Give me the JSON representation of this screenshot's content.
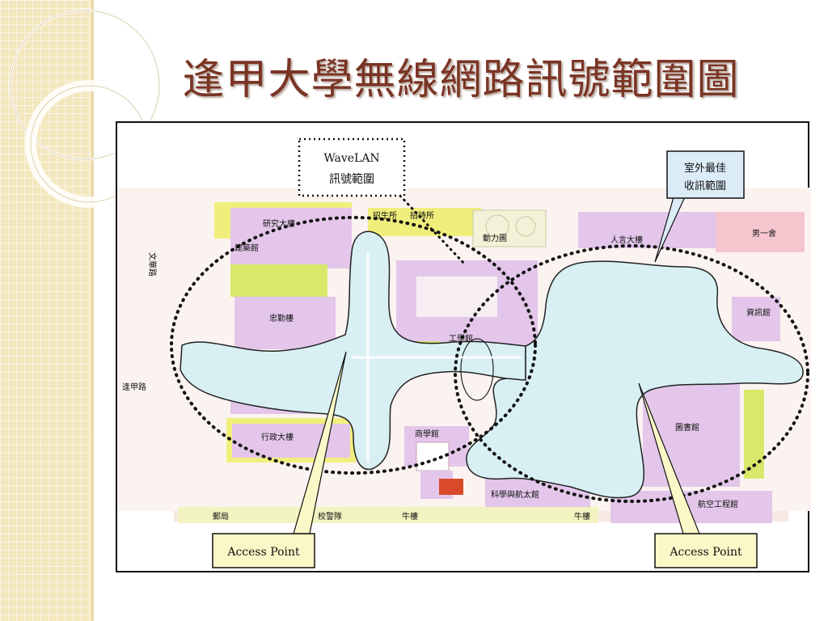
{
  "slide": {
    "title": "逢甲大學無線網路訊號範圍圖"
  },
  "callouts": {
    "wavelan_line1": "WaveLAN",
    "wavelan_line2": "訊號範圍",
    "outdoor_line1": "室外最佳",
    "outdoor_line2": "收訊範圍",
    "access_point_left": "Access Point",
    "access_point_right": "Access Point"
  },
  "map": {
    "buildings": {
      "lab": "研究大樓",
      "guest": "招待所",
      "admissions": "招生所",
      "garden": "動力圖",
      "humanities": "人言大樓",
      "student_center": "男一舍",
      "arch": "建築館",
      "meng": "忠勤樓",
      "gym": "工學館",
      "info": "資訊館",
      "admin": "行政大樓",
      "business": "商學館",
      "library": "圖書館",
      "sci": "科學與航太館",
      "aero": "航空工程館",
      "art": "文華路",
      "street_left": "逢甲路",
      "bottom_1": "郵局",
      "bottom_2": "校警隊",
      "bottom_3": "牛樓",
      "bottom_4": "牛樓"
    }
  },
  "colors": {
    "title": "#7a3424",
    "coverage": "#d8f0f4",
    "building_purple": "#e3c6ea",
    "building_yellow": "#d8e86a",
    "building_pink": "#f6c6cf",
    "callout_fill": "#fbf8c8"
  }
}
